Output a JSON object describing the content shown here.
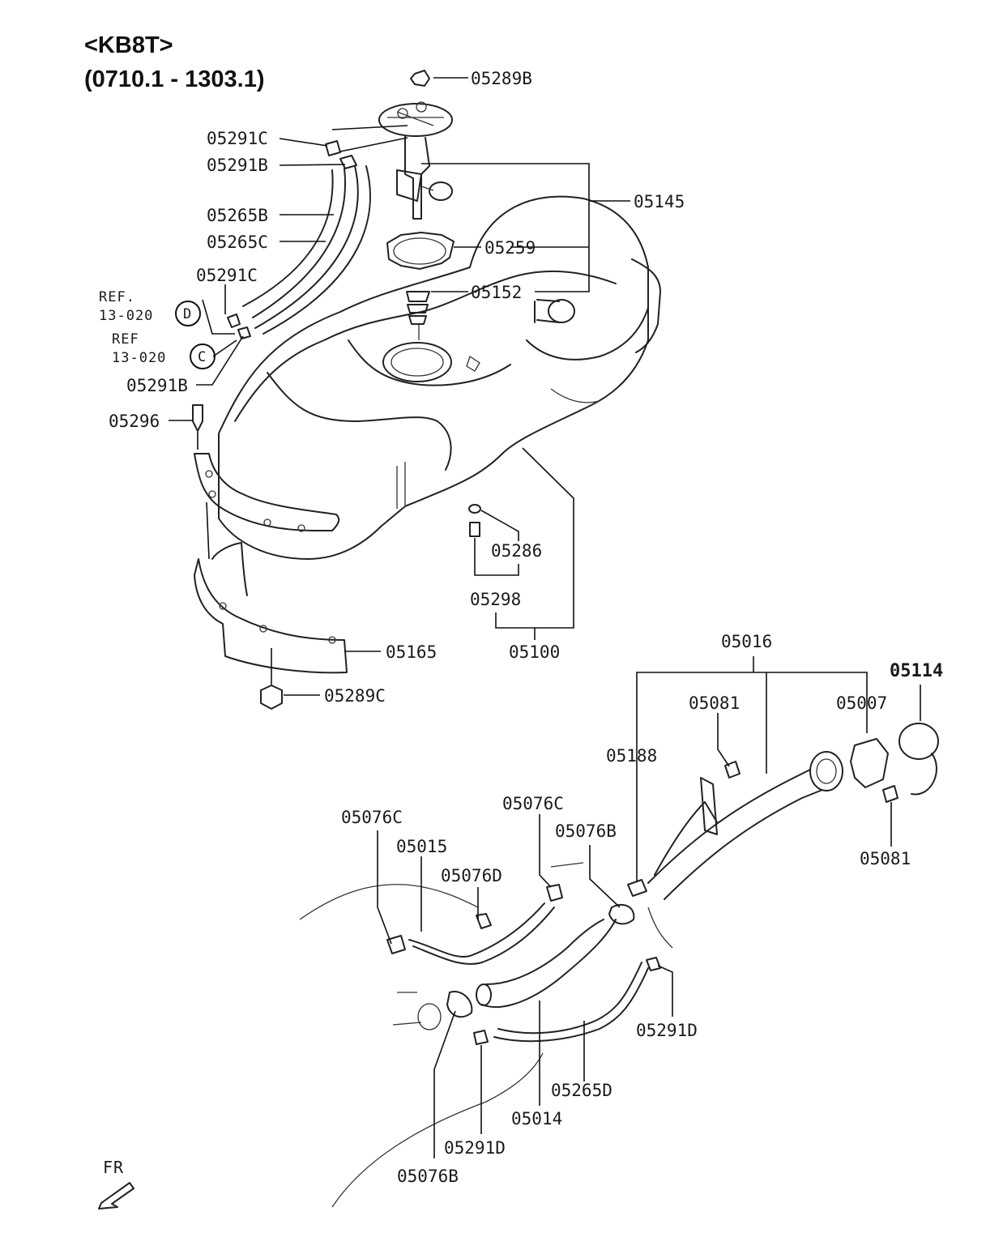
{
  "header": {
    "model": "<KB8T>",
    "range": "(0710.1 - 1303.1)"
  },
  "callouts": {
    "p05289B": "05289B",
    "p05291C_top": "05291C",
    "p05291B_top": "05291B",
    "p05265B": "05265B",
    "p05265C": "05265C",
    "p05291C_mid": "05291C",
    "p05291B_mid": "05291B",
    "p05296": "05296",
    "p05145": "05145",
    "p05259": "05259",
    "p05152": "05152",
    "p05286": "05286",
    "p05298": "05298",
    "p05100": "05100",
    "p05165": "05165",
    "p05289C": "05289C",
    "p05016": "05016",
    "p05114": "05114",
    "p05081_top": "05081",
    "p05007": "05007",
    "p05188": "05188",
    "p05081_bottom": "05081",
    "p05076C_left": "05076C",
    "p05076C_mid": "05076C",
    "p05015": "05015",
    "p05076B_right": "05076B",
    "p05076D": "05076D",
    "p05291D_right": "05291D",
    "p05265D": "05265D",
    "p05014": "05014",
    "p05291D_bottom": "05291D",
    "p05076B_bottom": "05076B"
  },
  "references": {
    "ref_d": {
      "label": "REF.",
      "code": "13-020",
      "circle": "D"
    },
    "ref_c": {
      "label": "REF",
      "code": "13-020",
      "circle": "C"
    }
  },
  "direction": {
    "label": "FR"
  },
  "colors": {
    "line": "#111111",
    "background": "#ffffff"
  }
}
